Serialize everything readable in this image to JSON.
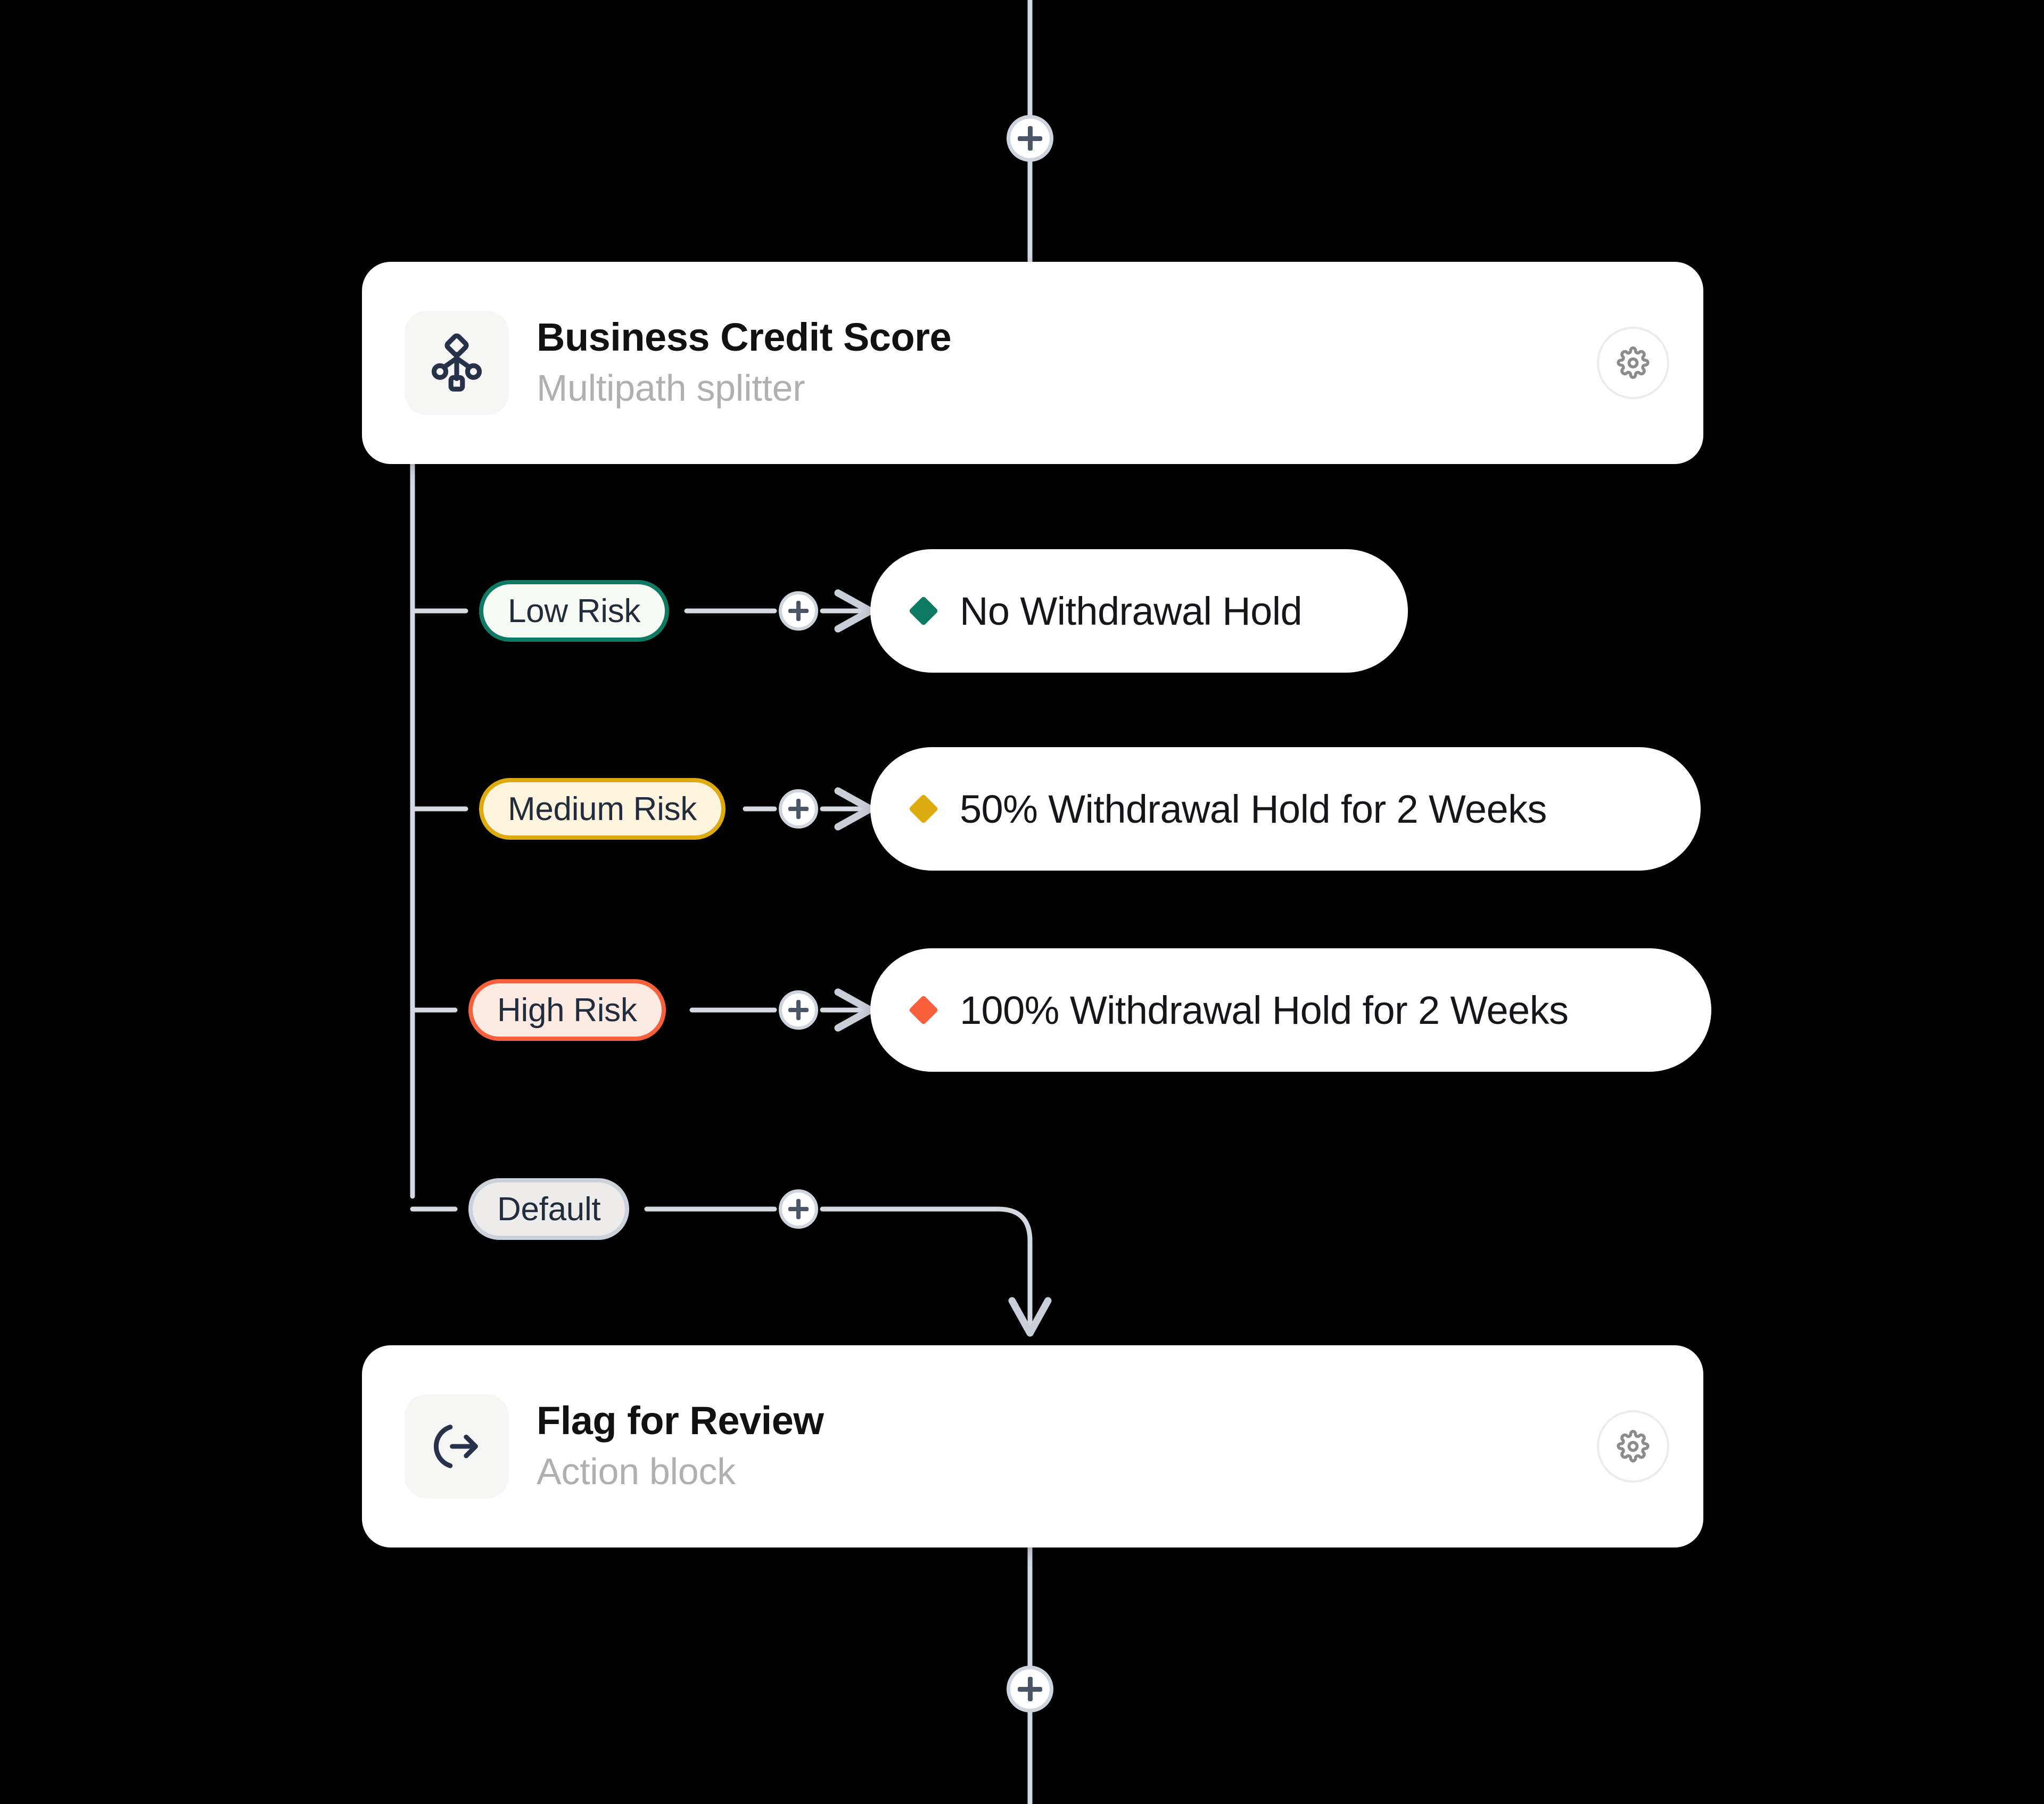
{
  "canvas": {
    "background_color": "#000000",
    "wire_color": "#d4d8e0"
  },
  "top_connector": {
    "add_label": "+",
    "icon": "plus-icon"
  },
  "bottom_connector": {
    "add_label": "+",
    "icon": "plus-icon"
  },
  "splitter_block": {
    "title": "Business Credit Score",
    "subtitle": "Multipath splitter",
    "icon": "multipath-splitter-icon",
    "settings_icon": "gear-icon"
  },
  "action_block": {
    "title": "Flag for Review",
    "subtitle": "Action block",
    "icon": "action-exit-arrow-icon",
    "settings_icon": "gear-icon"
  },
  "branches": [
    {
      "label": "Low Risk",
      "border_color": "#0e7a63",
      "fill_color": "#f8fbf4",
      "add_label": "+",
      "outcome": {
        "label": "No Withdrawal Hold",
        "marker_color": "#0e7a63",
        "marker_icon": "diamond-marker"
      }
    },
    {
      "label": "Medium Risk",
      "border_color": "#ddaa10",
      "fill_color": "#fdf4dd",
      "add_label": "+",
      "outcome": {
        "label": "50% Withdrawal Hold for 2 Weeks",
        "marker_color": "#ddaa10",
        "marker_icon": "diamond-marker"
      }
    },
    {
      "label": "High Risk",
      "border_color": "#f8603c",
      "fill_color": "#fdeae3",
      "add_label": "+",
      "outcome": {
        "label": "100% Withdrawal Hold for 2 Weeks",
        "marker_color": "#f8603c",
        "marker_icon": "diamond-marker"
      }
    },
    {
      "label": "Default",
      "border_color": "#cbd2dc",
      "fill_color": "#edecea",
      "add_label": "+",
      "outcome": null
    }
  ]
}
